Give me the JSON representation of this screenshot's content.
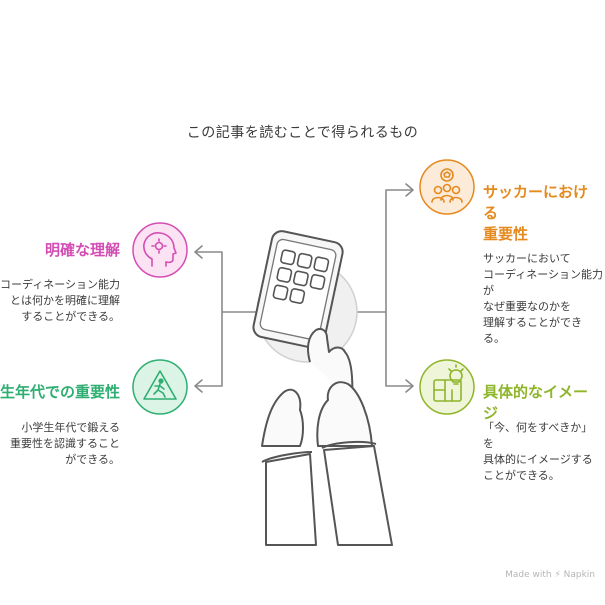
{
  "title": "この記事を読むことで得られるもの",
  "items": [
    {
      "heading": "明確な理解",
      "desc_lines": [
        "コーディネーション能力",
        "とは何かを明確に理解",
        "することができる。"
      ],
      "color": "#d44db4",
      "bg": "#fbe3f4",
      "icon": "head-gear-icon"
    },
    {
      "heading": "小学生年代での重要性",
      "desc_lines": [
        "小学生年代で鍛える",
        "重要性を認識すること",
        "ができる。"
      ],
      "color": "#2fae72",
      "bg": "#dcf4e6",
      "icon": "warning-runner-icon"
    },
    {
      "heading_lines": [
        "サッカーにおける",
        "重要性"
      ],
      "desc_lines": [
        "サッカーにおいて",
        "コーディネーション能力が",
        "なぜ重要なのかを",
        "理解することができる。"
      ],
      "color": "#e58a1f",
      "bg": "#fcebd8",
      "icon": "soccer-team-icon"
    },
    {
      "heading": "具体的なイメージ",
      "desc_lines": [
        "「今、何をすべきか」を",
        "具体的にイメージする",
        "ことができる。"
      ],
      "color": "#8fb52b",
      "bg": "#eef5d8",
      "icon": "lightbulb-plan-icon"
    }
  ],
  "footer": "Made with ⚡ Napkin"
}
